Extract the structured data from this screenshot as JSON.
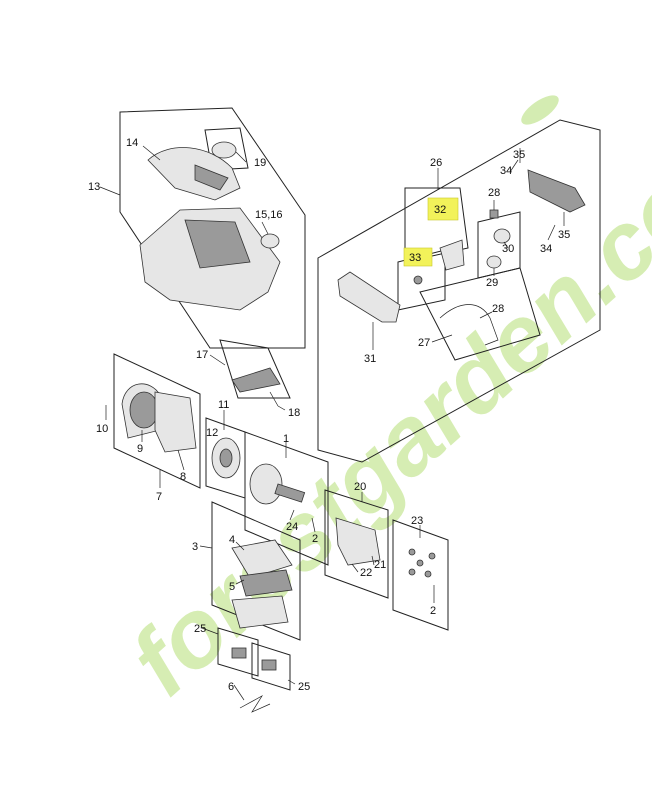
{
  "diagram": {
    "watermark": "forestgarden.com",
    "highlight_color": "#f2f25a",
    "labels": {
      "l1": "1",
      "l2a": "2",
      "l2b": "2",
      "l3": "3",
      "l4": "4",
      "l5": "5",
      "l6": "6",
      "l7": "7",
      "l8": "8",
      "l9": "9",
      "l10": "10",
      "l11": "11",
      "l12": "12",
      "l13": "13",
      "l14": "14",
      "l15_16": "15,16",
      "l17": "17",
      "l18": "18",
      "l19": "19",
      "l20": "20",
      "l21": "21",
      "l22": "22",
      "l23": "23",
      "l24": "24",
      "l25a": "25",
      "l25b": "25",
      "l26": "26",
      "l27": "27",
      "l28a": "28",
      "l28b": "28",
      "l29": "29",
      "l30": "30",
      "l31": "31",
      "l32": "32",
      "l33": "33",
      "l34a": "34",
      "l34b": "34",
      "l35a": "35",
      "l35b": "35"
    }
  }
}
